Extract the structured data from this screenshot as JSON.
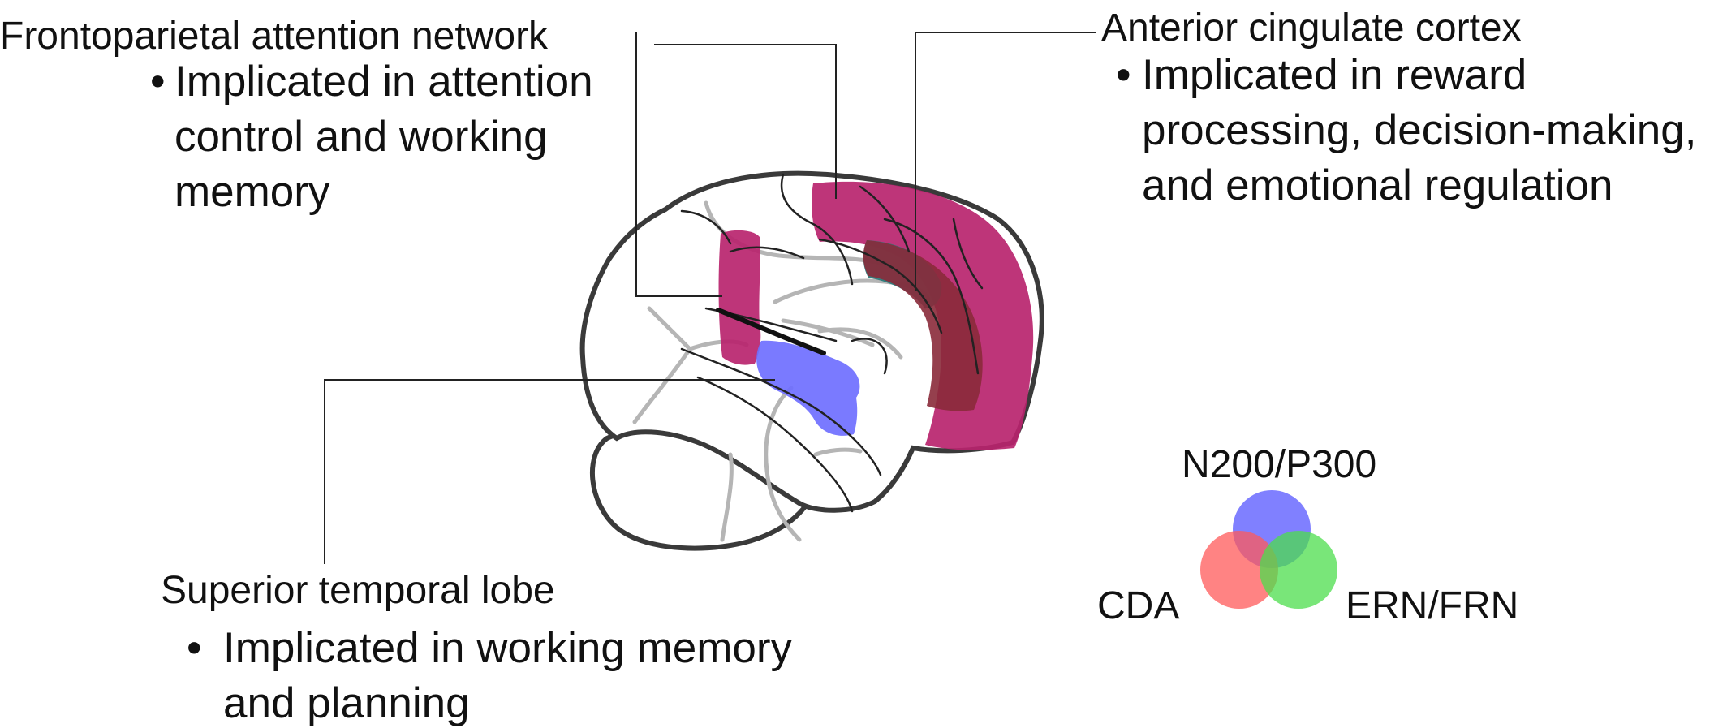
{
  "regions": {
    "frontoparietal": {
      "title": "Frontoparietal attention network",
      "bullet_lines": [
        "Implicated in attention",
        "control and working",
        "memory"
      ]
    },
    "anterior_cingulate": {
      "title": "Anterior cingulate cortex",
      "bullet_lines": [
        "Implicated in reward",
        "processing, decision-making,",
        "and emotional regulation"
      ]
    },
    "superior_temporal": {
      "title": "Superior temporal lobe",
      "bullet_lines": [
        "Implicated in working memory",
        "and planning"
      ]
    }
  },
  "bullet_symbol": "•",
  "venn": {
    "top_label": "N200/P300",
    "left_label": "CDA",
    "right_label": "ERN/FRN"
  },
  "colors": {
    "frontoparietal": "#b8246e",
    "anterior_cingulate": "#2a7a7a",
    "overlap": "#8a2a3a",
    "superior_temporal": "#6f6fff",
    "venn_top": "#5555ff",
    "venn_left": "#ff5a5a",
    "venn_right": "#4cdd4c",
    "brain_outline": "#3a3a3a",
    "sulci_gray": "#b5b5b5"
  }
}
